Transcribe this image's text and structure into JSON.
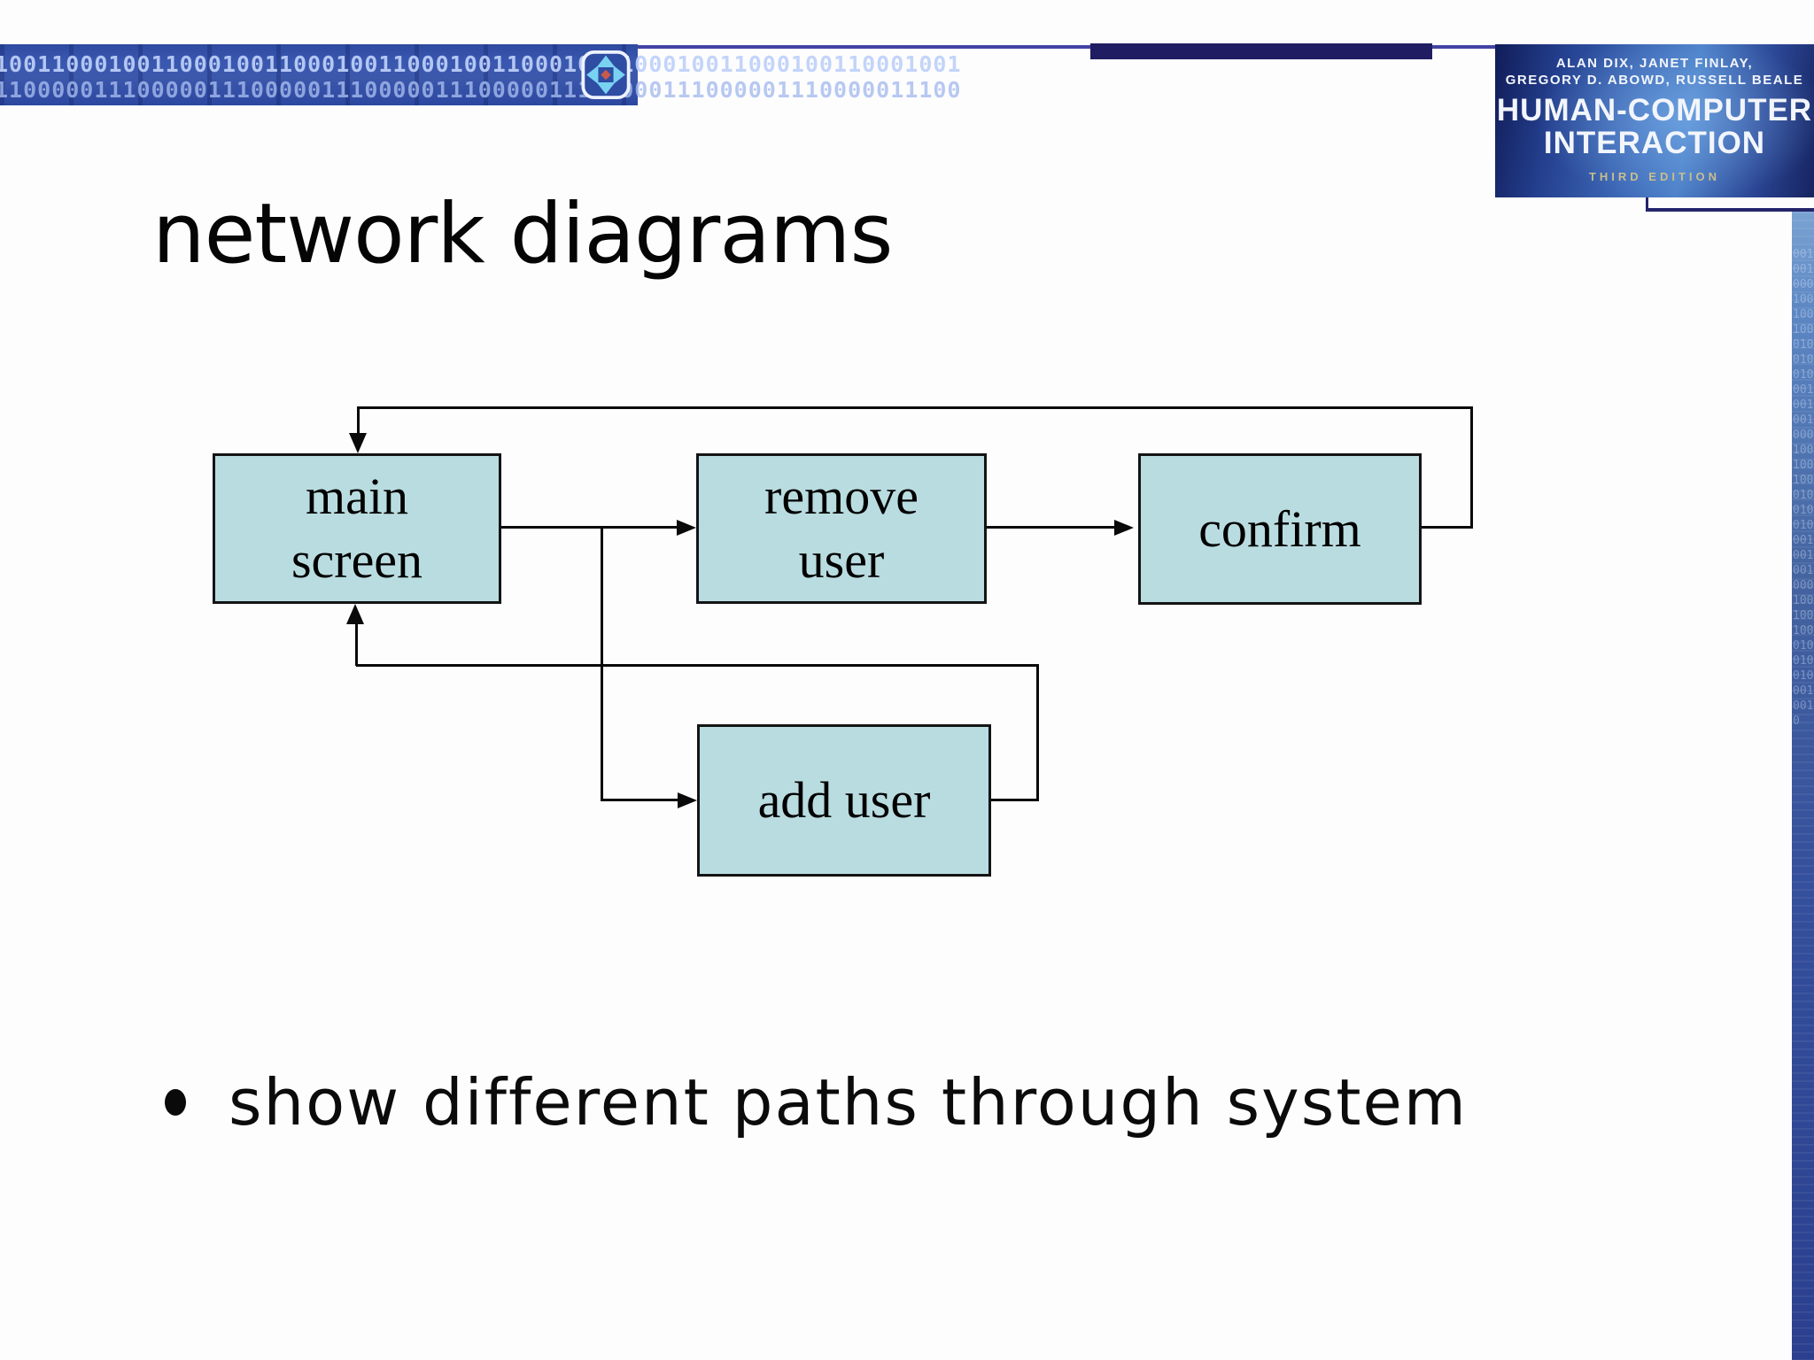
{
  "slide": {
    "title": "network diagrams",
    "bullet_text": "show different paths through system"
  },
  "header": {
    "binary_row1": "10011000100110001001100010011000100110001001100010011000100110001001",
    "binary_row2": "11000001110000011100000111000001110000011100000111000001110000011100",
    "nav_icon": "move-arrows-icon"
  },
  "book_cover": {
    "authors_line1": "ALAN DIX, JANET FINLAY,",
    "authors_line2": "GREGORY D. ABOWD, RUSSELL BEALE",
    "title_line1": "HUMAN-COMPUTER",
    "title_line2": "INTERACTION",
    "edition": "THIRD EDITION"
  },
  "side_strip": {
    "digits": "0010010001001001000100100100010010010001001001000100100100010010010001001001000100100100010010"
  },
  "diagram": {
    "nodes": [
      {
        "id": "main-screen",
        "lines": [
          "main",
          "screen"
        ]
      },
      {
        "id": "remove-user",
        "lines": [
          "remove",
          "user"
        ]
      },
      {
        "id": "confirm",
        "lines": [
          "confirm"
        ]
      },
      {
        "id": "add-user",
        "lines": [
          "add user"
        ]
      }
    ],
    "edges": [
      {
        "from": "main-screen",
        "to": "remove-user"
      },
      {
        "from": "remove-user",
        "to": "confirm"
      },
      {
        "from": "confirm",
        "to": "main-screen"
      },
      {
        "from": "main-screen",
        "to": "add-user"
      },
      {
        "from": "add-user",
        "to": "main-screen"
      }
    ]
  },
  "colors": {
    "node_fill": "#b9dce0",
    "node_border": "#141414",
    "line_black": "#0a0a0a",
    "banner_blue": "#3c58ab",
    "navy_bar": "#201d62",
    "thin_rule": "#4343a4",
    "strip_top": "#7aa2d2",
    "strip_bottom": "#2b3f8e",
    "edition_gold": "#c9bd8e"
  }
}
